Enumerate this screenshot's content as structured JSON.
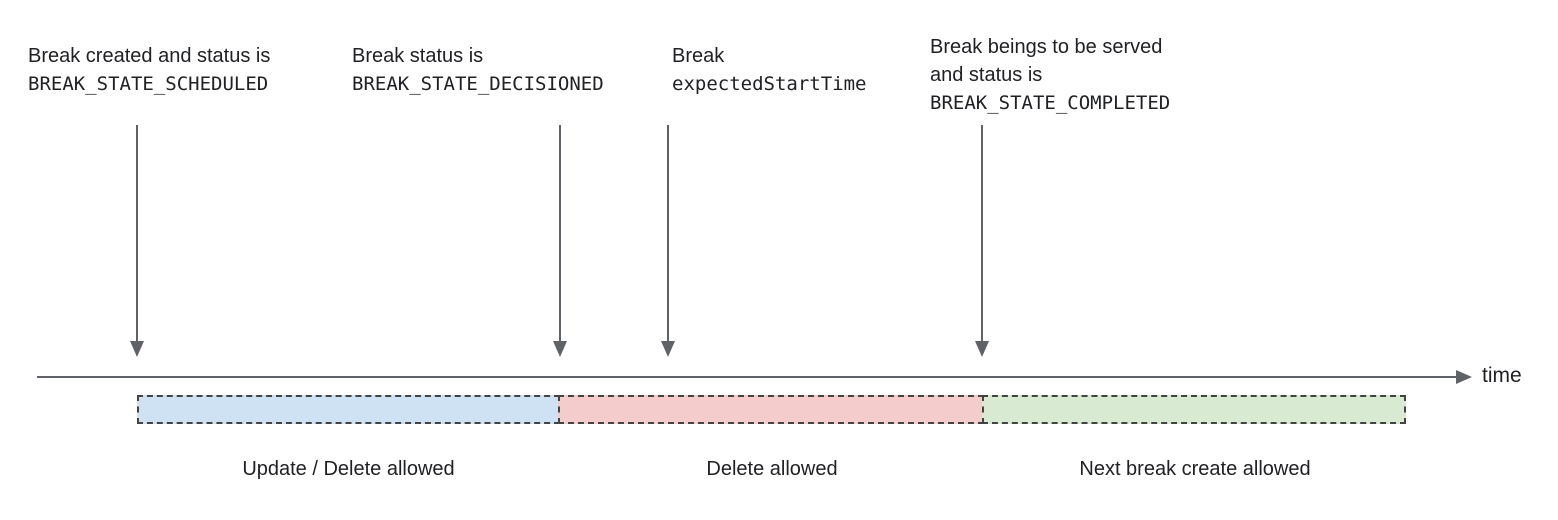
{
  "canvas": {
    "background": "#ffffff",
    "text_color": "#202124",
    "arrow_color": "#5f6368",
    "dash_border_color": "#434343"
  },
  "annotations": [
    {
      "line1": "Break created and status is",
      "code": "BREAK_STATE_SCHEDULED"
    },
    {
      "line1": "Break status is",
      "code": "BREAK_STATE_DECISIONED"
    },
    {
      "line1": "Break",
      "code": "expectedStartTime"
    },
    {
      "line1": "Break beings to be served",
      "line2": "and status is",
      "code": "BREAK_STATE_COMPLETED"
    }
  ],
  "timeline": {
    "label": "time"
  },
  "segments": [
    {
      "label": "Update / Delete allowed",
      "fill": "#cfe2f3"
    },
    {
      "label": "Delete allowed",
      "fill": "#f4cccc"
    },
    {
      "label": "Next break create allowed",
      "fill": "#d9ead3"
    }
  ]
}
